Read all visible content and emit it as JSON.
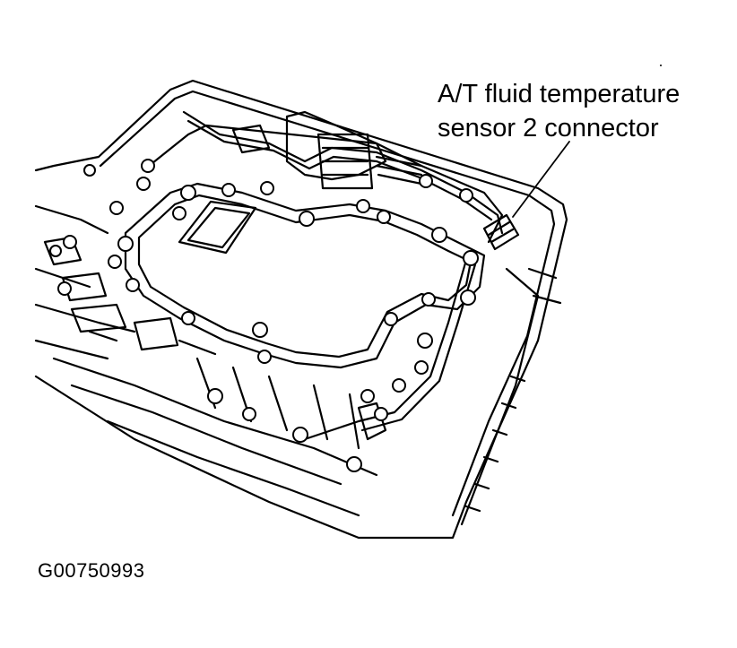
{
  "diagram": {
    "callout": {
      "line1": "A/T fluid temperature",
      "line2": "sensor 2 connector"
    },
    "figure_id": "G00750993"
  }
}
